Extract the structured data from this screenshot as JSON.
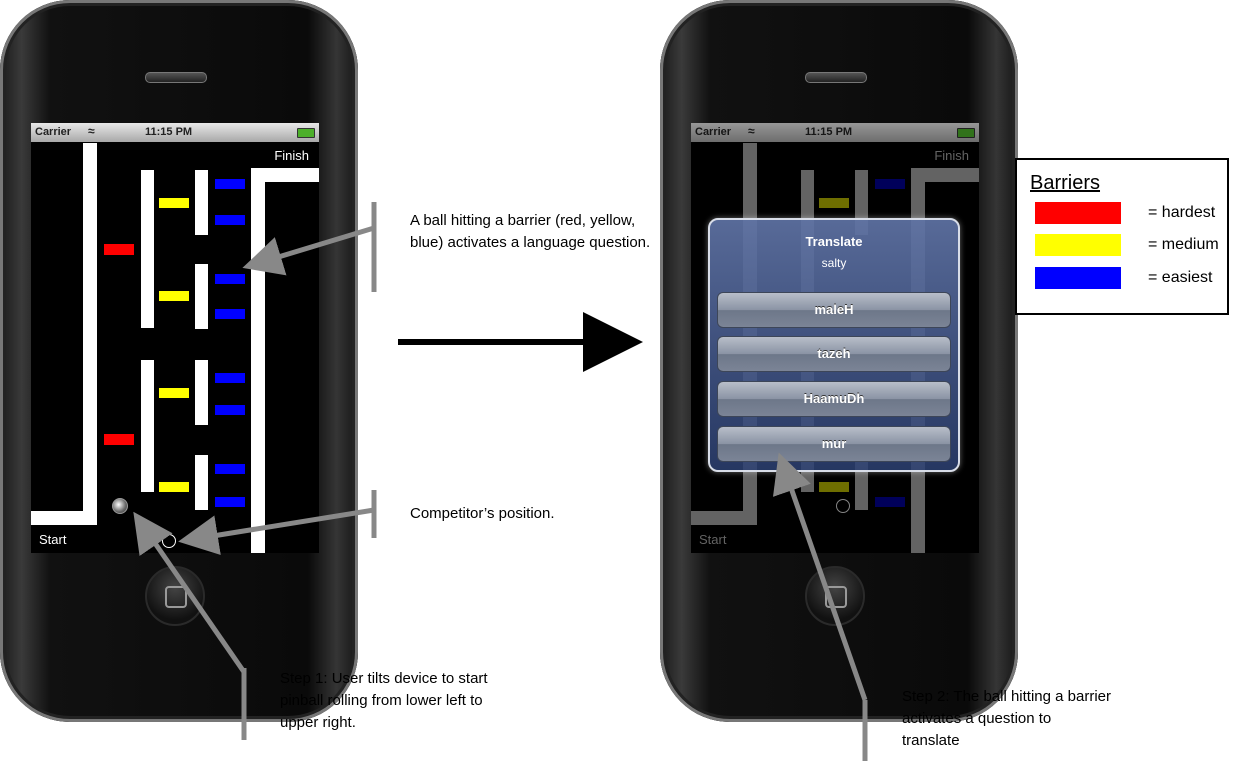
{
  "phone1": {
    "status": {
      "carrier": "Carrier",
      "time": "11:15 PM"
    },
    "finish_label": "Finish",
    "start_label": "Start"
  },
  "phone2": {
    "status": {
      "carrier": "Carrier",
      "time": "11:15 PM"
    },
    "finish_label": "Finish",
    "start_label": "Start",
    "dialog": {
      "title": "Translate",
      "word": "salty",
      "options": [
        "maleH",
        "tazeh",
        "HaamuDh",
        "mur"
      ]
    }
  },
  "annotations": {
    "barrier_note": "A ball hitting a barrier (red, yellow, blue) activates a language question.",
    "competitor_note": "Competitor’s position.",
    "step1": "Step 1: User tilts device to start pinball rolling from lower left to upper right.",
    "step2": "Step 2: The ball hitting a barrier activates a question to translate"
  },
  "legend": {
    "title": "Barriers",
    "items": [
      {
        "color": "#ff0000",
        "label": "= hardest"
      },
      {
        "color": "#ffff00",
        "label": "= medium"
      },
      {
        "color": "#0000ff",
        "label": "= easiest"
      }
    ]
  },
  "colors": {
    "red": "#ff0000",
    "yellow": "#ffff00",
    "blue": "#0000ff"
  }
}
